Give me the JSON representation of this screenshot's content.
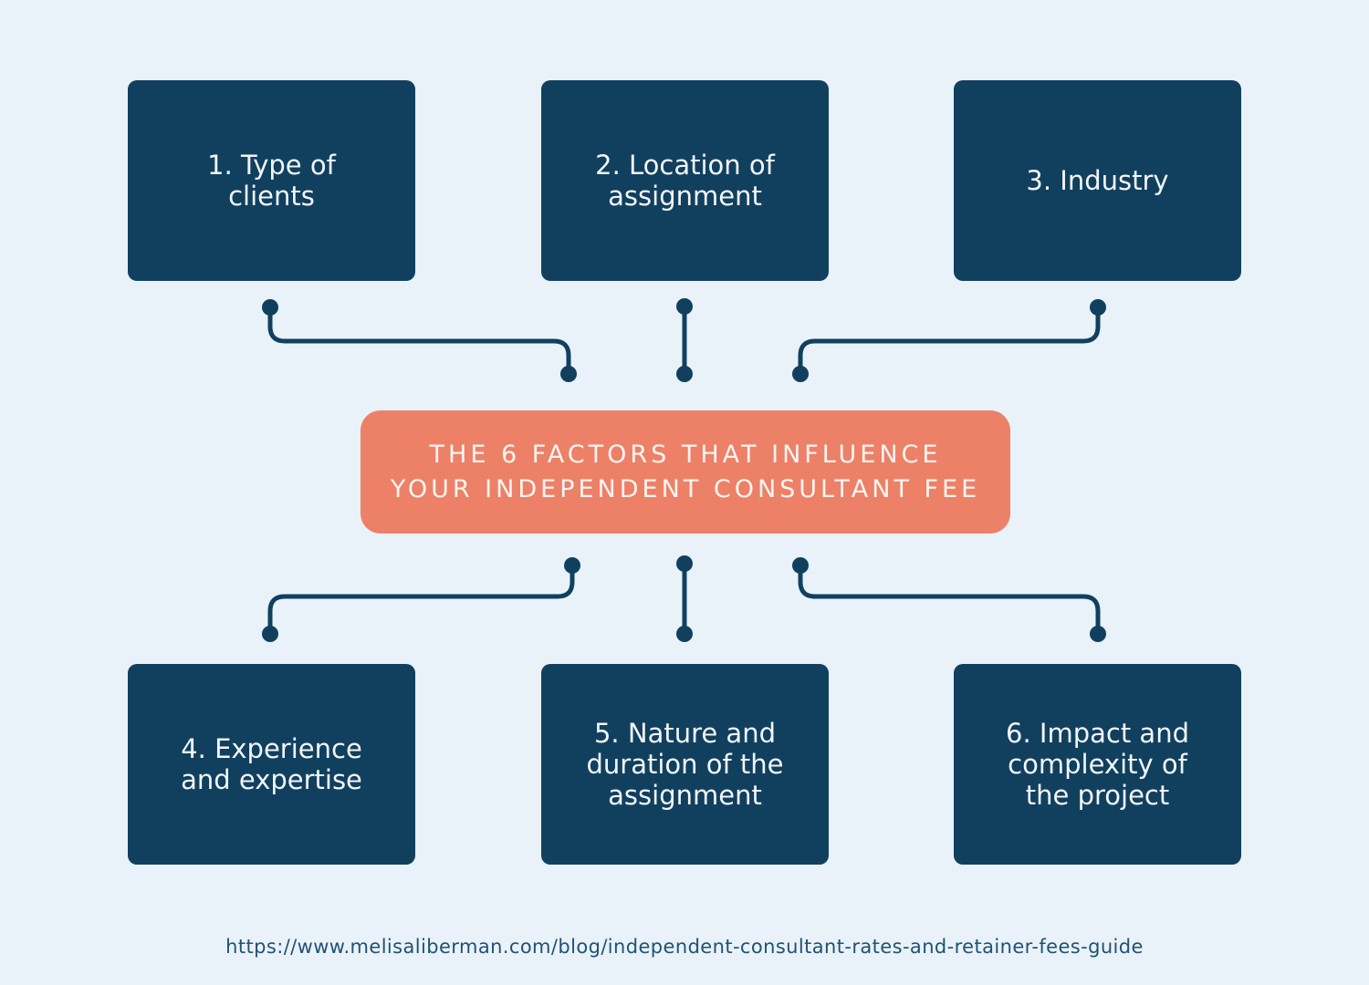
{
  "title": {
    "line1": "THE 6 FACTORS THAT INFLUENCE",
    "line2": "YOUR INDEPENDENT CONSULTANT FEE"
  },
  "factors": [
    {
      "label": "1. Type of clients"
    },
    {
      "label": "2. Location of assignment"
    },
    {
      "label": "3. Industry"
    },
    {
      "label": "4. Experience and expertise"
    },
    {
      "label": "5. Nature and duration of the assignment"
    },
    {
      "label": "6. Impact and complexity of the project"
    }
  ],
  "footer": {
    "url": "https://www.melisaliberman.com/blog/independent-consultant-rates-and-retainer-fees-guide"
  },
  "colors": {
    "bg": "#e9f2f9",
    "navy": "#11405f",
    "accent": "#ec8168",
    "boxtext": "#f2f5f7",
    "urltext": "#215273"
  }
}
